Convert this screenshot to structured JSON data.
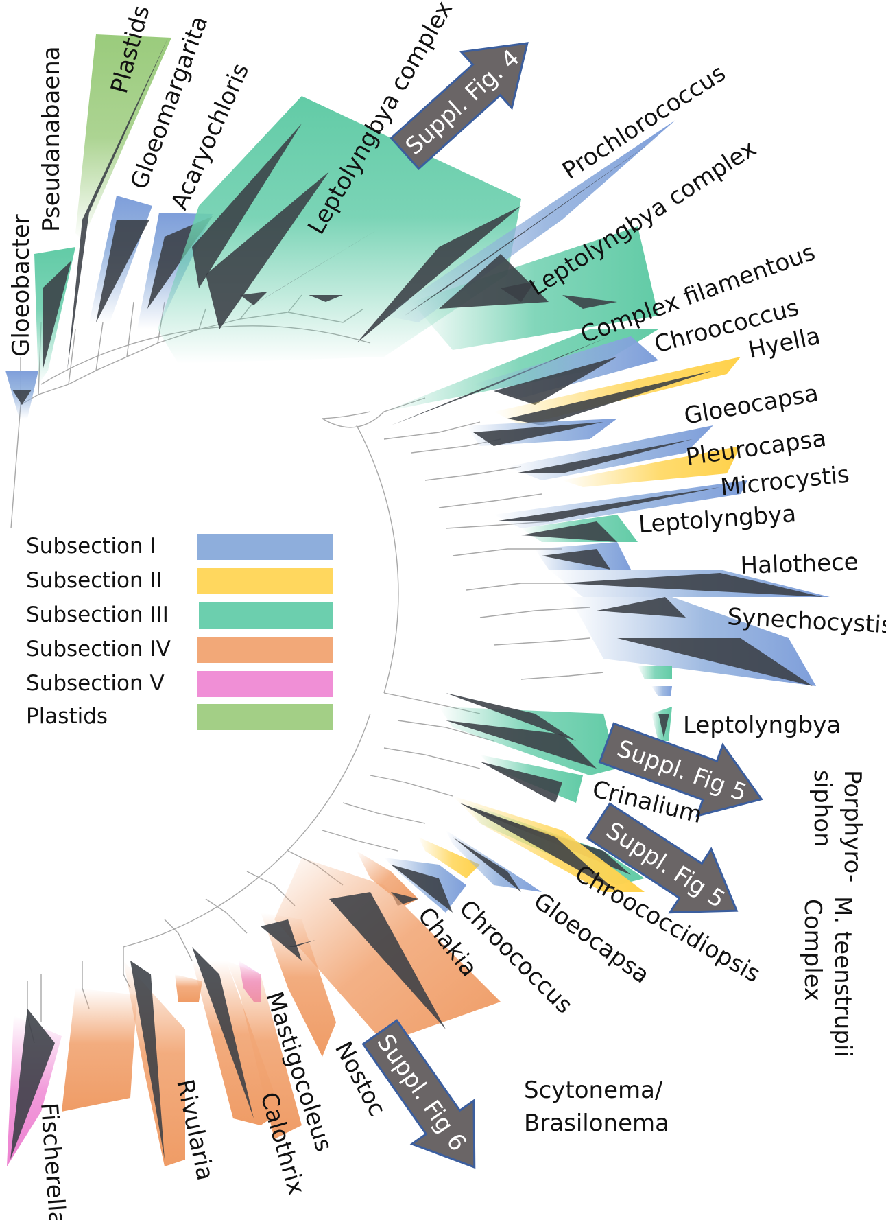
{
  "colors": {
    "subsection_I": "#8EAEDC",
    "subsection_II": "#FFD75E",
    "subsection_III": "#6CCFAE",
    "subsection_IV": "#F2A878",
    "subsection_V": "#F08FD6",
    "plastids": "#A3CF86",
    "arrow_fill": "#6A6566",
    "arrow_stroke": "#3B5E9E",
    "clade_dark": "#3A3F45",
    "branch": "#A8A8A8"
  },
  "legend": [
    {
      "label": "Subsection I",
      "color": "#8EAEDC"
    },
    {
      "label": "Subsection II",
      "color": "#FFD75E"
    },
    {
      "label": "Subsection III",
      "color": "#6CCFAE"
    },
    {
      "label": "Subsection IV",
      "color": "#F2A878"
    },
    {
      "label": "Subsection V",
      "color": "#F08FD6"
    },
    {
      "label": "Plastids",
      "color": "#A3CF86"
    }
  ],
  "clades": {
    "gloeobacter": "Gloeobacter",
    "pseudanabaena": "Pseudanabaena",
    "plastids": "Plastids",
    "gloeomargarita": "Gloeomargarita",
    "acaryochloris": "Acaryochloris",
    "leptolyngbya_complex_1": "Leptolyngbya complex",
    "prochlorococcus": "Prochlorococcus",
    "leptolyngbya_complex_2": "Leptolyngbya complex",
    "complex_filamentous": "Complex filamentous",
    "chroococcus_1": "Chroococcus",
    "hyella": "Hyella",
    "gloeocapsa_1": "Gloeocapsa",
    "pleurocapsa": "Pleurocapsa",
    "microcystis": "Microcystis",
    "leptolyngbya_1": "Leptolyngbya",
    "halothece": "Halothece",
    "synechocystis": "Synechocystis",
    "leptolyngbya_2": "Leptolyngbya",
    "porphyrosiphon_1": "Porphyro-",
    "porphyrosiphon_2": "siphon",
    "crinalium": "Crinalium",
    "m_teenstrupii_1": "M. teenstrupii",
    "m_teenstrupii_2": "Complex",
    "chroococcidiopsis": "Chroococcidiopsis",
    "gloeocapsa_2": "Gloeocapsa",
    "chroococcus_2": "Chroococcus",
    "chakia": "Chakia",
    "scytonema_1": "Scytonema/",
    "scytonema_2": "Brasilonema",
    "nostoc": "Nostoc",
    "mastigocoleus": "Mastigocoleus",
    "calothrix": "Calothrix",
    "rivularia": "Rivularia",
    "fischerella": "Fischerella"
  },
  "arrows": {
    "fig4": "Suppl. Fig. 4",
    "fig5a": "Suppl. Fig 5",
    "fig5b": "Suppl. Fig 5",
    "fig6": "Suppl. Fig 6"
  }
}
